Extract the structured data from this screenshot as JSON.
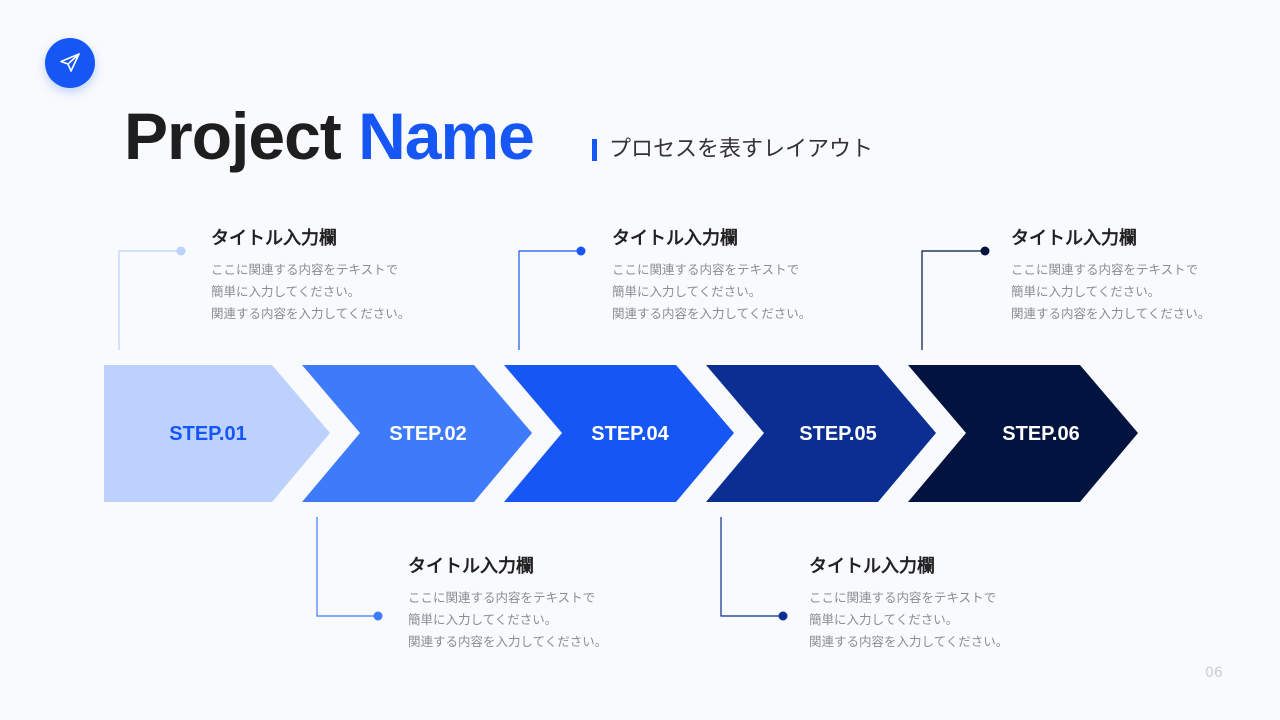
{
  "header": {
    "title_main": "Project",
    "title_accent": "Name",
    "subtitle": "プロセスを表すレイアウト"
  },
  "logo": {
    "icon": "paper-plane-icon",
    "color": "#1656f5"
  },
  "steps": [
    {
      "label": "STEP.01",
      "fill": "#bdd1fd",
      "text_color": "#1656f5"
    },
    {
      "label": "STEP.02",
      "fill": "#3d7bfb",
      "text_color": "#ffffff"
    },
    {
      "label": "STEP.04",
      "fill": "#1656f5",
      "text_color": "#ffffff"
    },
    {
      "label": "STEP.05",
      "fill": "#0a2e92",
      "text_color": "#ffffff"
    },
    {
      "label": "STEP.06",
      "fill": "#02133f",
      "text_color": "#ffffff"
    }
  ],
  "cards": [
    {
      "title": "タイトル入力欄",
      "lines": [
        "ここに関連する内容をテキストで",
        "簡単に入力してください。",
        "関連する内容を入力してください。"
      ]
    },
    {
      "title": "タイトル入力欄",
      "lines": [
        "ここに関連する内容をテキストで",
        "簡単に入力してください。",
        "関連する内容を入力してください。"
      ]
    },
    {
      "title": "タイトル入力欄",
      "lines": [
        "ここに関連する内容をテキストで",
        "簡単に入力してください。",
        "関連する内容を入力してください。"
      ]
    },
    {
      "title": "タイトル入力欄",
      "lines": [
        "ここに関連する内容をテキストで",
        "簡単に入力してください。",
        "関連する内容を入力してください。"
      ]
    },
    {
      "title": "タイトル入力欄",
      "lines": [
        "ここに関連する内容をテキストで",
        "簡単に入力してください。",
        "関連する内容を入力してください。"
      ]
    }
  ],
  "page_number": "06"
}
